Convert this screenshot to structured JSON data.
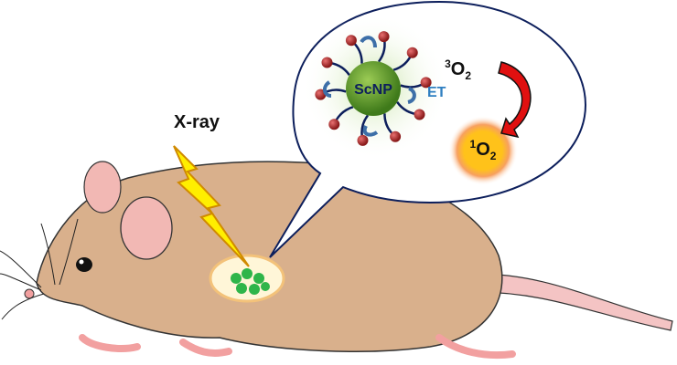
{
  "labels": {
    "xray": "X-ray",
    "nanoparticle": "ScNP",
    "energy_transfer": "ET",
    "triplet_oxygen": "O",
    "triplet_oxygen_sup": "3",
    "triplet_oxygen_sub": "2",
    "singlet_oxygen": "O",
    "singlet_oxygen_sup": "1",
    "singlet_oxygen_sub": "2"
  },
  "colors": {
    "mouse_body": "#d9b08c",
    "mouse_ear": "#f2b8b4",
    "tail": "#f4c4c4",
    "bubble_stroke": "#0d1f5c",
    "nanoparticle": "#6aa032",
    "ligand_ball": "#b02a2a",
    "et_text": "#2f7fc1",
    "arrow": "#e01010",
    "singlet_glow": "#f5a623",
    "lightning": "#ffee00",
    "tumor": "#2fb54a"
  }
}
